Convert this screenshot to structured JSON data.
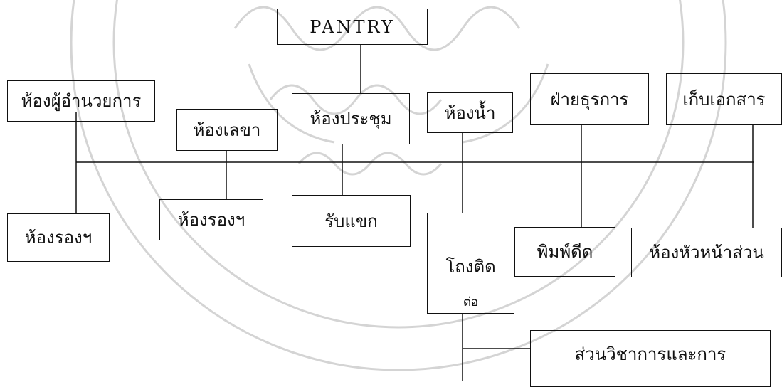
{
  "nodes": {
    "pantry": "PANTRY",
    "director_room": "ห้องผู้อำนวยการ",
    "secretary_room": "ห้องเลขา",
    "meeting_room": "ห้องประชุม",
    "restroom": "ห้องน้ำ",
    "general_affairs": "ฝ่ายธุรการ",
    "document_storage": "เก็บเอกสาร",
    "deputy_room_left": "ห้องรองฯ",
    "deputy_room_mid": "ห้องรองฯ",
    "reception": "รับแขก",
    "connecting_hall": "โถงติด",
    "connecting_hall_sub": "ต่อ",
    "printing": "พิมพ์ดีด",
    "section_head_room": "ห้องหัวหน้าส่วน",
    "academic_division": "ส่วนวิชาการและการ"
  },
  "colors": {
    "line": "#111111",
    "watermark": "#d4d4d4"
  }
}
